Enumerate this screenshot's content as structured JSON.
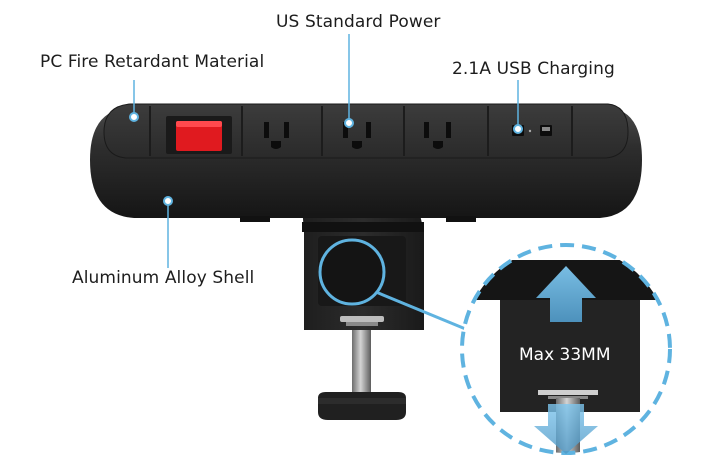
{
  "labels": {
    "material": "PC Fire Retardant Material",
    "power": "US Standard Power",
    "usb": "2.1A USB Charging",
    "shell": "Aluminum Alloy Shell",
    "clamp_max": "Max 33MM"
  },
  "colors": {
    "callout_blue": "#5fb3e0",
    "body_dark": "#2b2b2b",
    "switch_red": "#e01a1f"
  }
}
